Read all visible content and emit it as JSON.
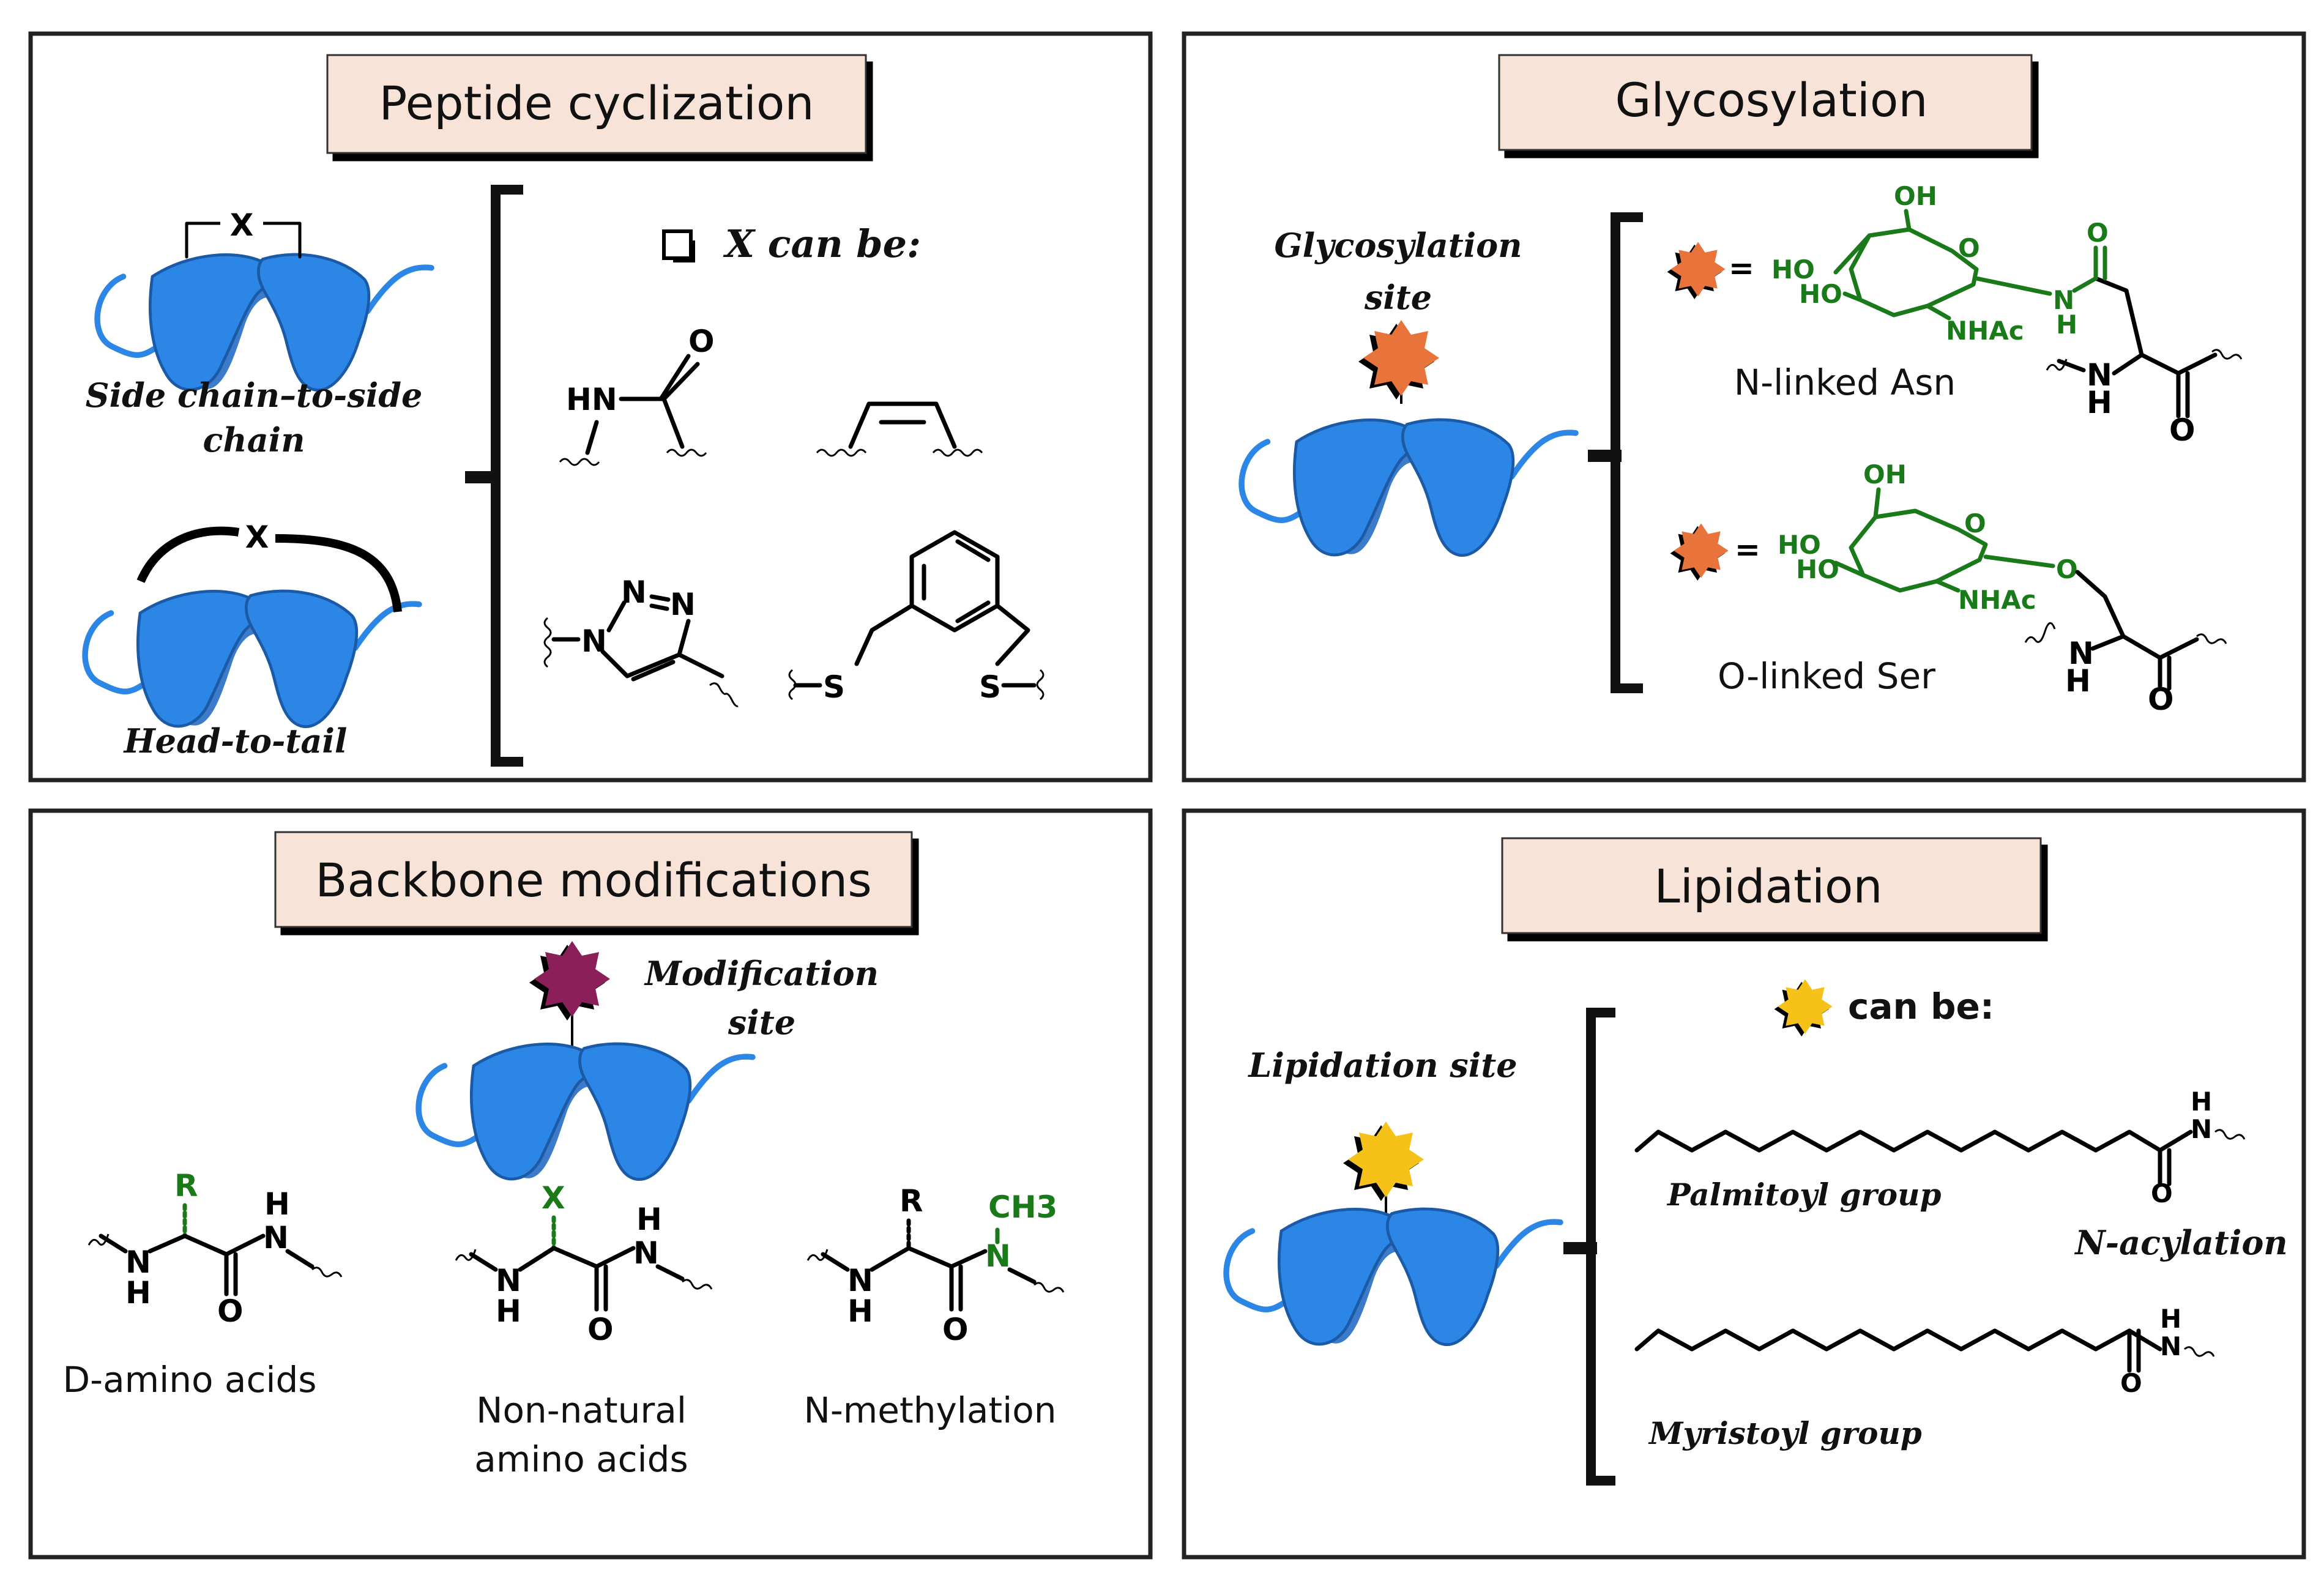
{
  "colors": {
    "title_box": "#f8e3d8",
    "helix": "#2c86e6",
    "glyco_star": "#e8743b",
    "modification_star": "#8a1f5a",
    "lipid_star": "#f6c21a",
    "green_atoms": "#1a7a1a"
  },
  "panels": {
    "cyclization": {
      "title": "Peptide cyclization",
      "x_label": "X",
      "x_head": "X",
      "side_chain_label_1": "Side chain–to-side",
      "side_chain_label_2": "chain",
      "head_to_tail_label": "Head-to-tail",
      "x_can_be": "X can be:",
      "amide_hn": "HN",
      "amide_o": "O",
      "triazole_n1": "N",
      "triazole_n2": "N",
      "triazole_n3": "N",
      "thio_s1": "S",
      "thio_s2": "S"
    },
    "glycosylation": {
      "title": "Glycosylation",
      "site_label_1": "Glycosylation",
      "site_label_2": "site",
      "n_linked_label": "N-linked Asn",
      "o_linked_label": "O-linked Ser",
      "equals": "=",
      "oh": "OH",
      "ho1": "HO",
      "ho2": "HO",
      "ring_o": "O",
      "nhac": "NHAc",
      "amide_n": "N",
      "amide_h": "H",
      "carbonyl_o": "O",
      "backbone_n": "N",
      "backbone_h": "H",
      "backbone_o": "O",
      "ser_o": "O"
    },
    "backbone": {
      "title": "Backbone modifications",
      "modification_site_1": "Modification",
      "modification_site_2": "site",
      "r_label": "R",
      "x_label": "X",
      "h_label": "H",
      "n_label": "N",
      "o_label": "O",
      "ch3_label": "CH3",
      "d_amino_label": "D-amino acids",
      "non_natural_label_1": "Non-natural",
      "non_natural_label_2": "amino acids",
      "n_methylation_label": "N-methylation"
    },
    "lipidation": {
      "title": "Lipidation",
      "site_label": "Lipidation site",
      "can_be": "can be:",
      "palmitoyl": "Palmitoyl group",
      "myristoyl": "Myristoyl group",
      "n_acylation": "N-acylation",
      "n_label": "N",
      "h_label": "H",
      "o_label": "O"
    }
  }
}
